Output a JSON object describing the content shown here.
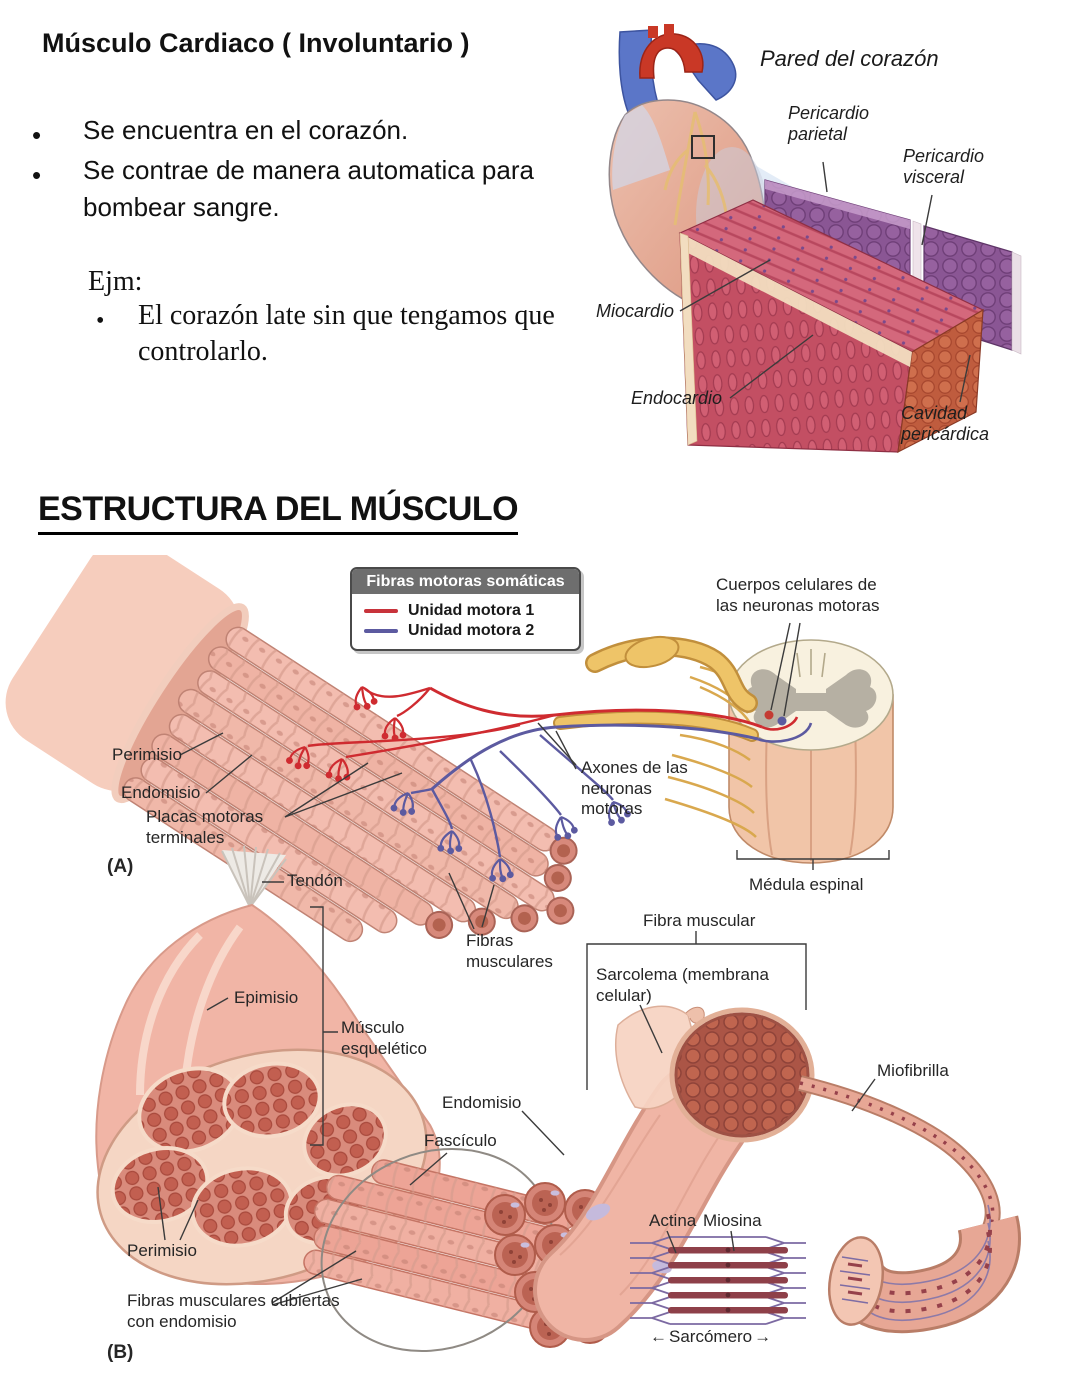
{
  "colors": {
    "legend_red": "#c8333b",
    "legend_blue": "#5c5aa0",
    "legend_header_bg": "#6e6e6e",
    "muscle_pink": "#f3bdb0",
    "pericardium_purple": "#96619f",
    "myocardium_red": "#d15f73",
    "nerve_yellow": "#eec468"
  },
  "cardiac": {
    "title": "Músculo Cardiaco ( Involuntario )",
    "bullet_glyph": "•",
    "bullets": [
      "Se encuentra en el corazón.",
      "Se contrae de manera automatica para bombear sangre."
    ],
    "example_heading": "Ejm:",
    "example_bullet": "El corazón late sin que tengamos que controlarlo."
  },
  "heart_figure": {
    "title": "Pared del corazón",
    "labels": {
      "pericardio_parietal": "Pericardio parietal",
      "pericardio_visceral": "Pericardio visceral",
      "miocardio": "Miocardio",
      "endocardio": "Endocardio",
      "cavidad_pericardica": "Cavidad pericárdica"
    }
  },
  "structure": {
    "heading": "ESTRUCTURA DEL MÚSCULO",
    "legend": {
      "header": "Fibras motoras somáticas",
      "items": [
        {
          "label": "Unidad motora 1",
          "color": "#c8333b"
        },
        {
          "label": "Unidad motora 2",
          "color": "#5c5aa0"
        }
      ]
    },
    "panel_a": {
      "tag": "(A)",
      "cuerpos": "Cuerpos celulares de las neuronas motoras",
      "perimisio": "Perimisio",
      "endomisio": "Endomisio",
      "placas": "Placas motoras terminales",
      "tendon": "Tendón",
      "axones": "Axones de las neuronas motoras",
      "fibras_musculares": "Fibras musculares",
      "medula": "Médula espinal"
    },
    "panel_b": {
      "tag": "(B)",
      "fibra_muscular": "Fibra muscular",
      "sarcolema": "Sarcolema (membrana celular)",
      "epimisio": "Epimisio",
      "musculo_esqueletico": "Músculo esquelético",
      "endomisio": "Endomisio",
      "fasciculo": "Fascículo",
      "miofibrilla": "Miofibrilla",
      "perimisio": "Perimisio",
      "fibras_cubiertas": "Fibras musculares cubiertas con endomisio",
      "actina": "Actina",
      "miosina": "Miosina",
      "sarcomero": "Sarcómero",
      "arrow_left": "←",
      "arrow_right": "→"
    }
  }
}
